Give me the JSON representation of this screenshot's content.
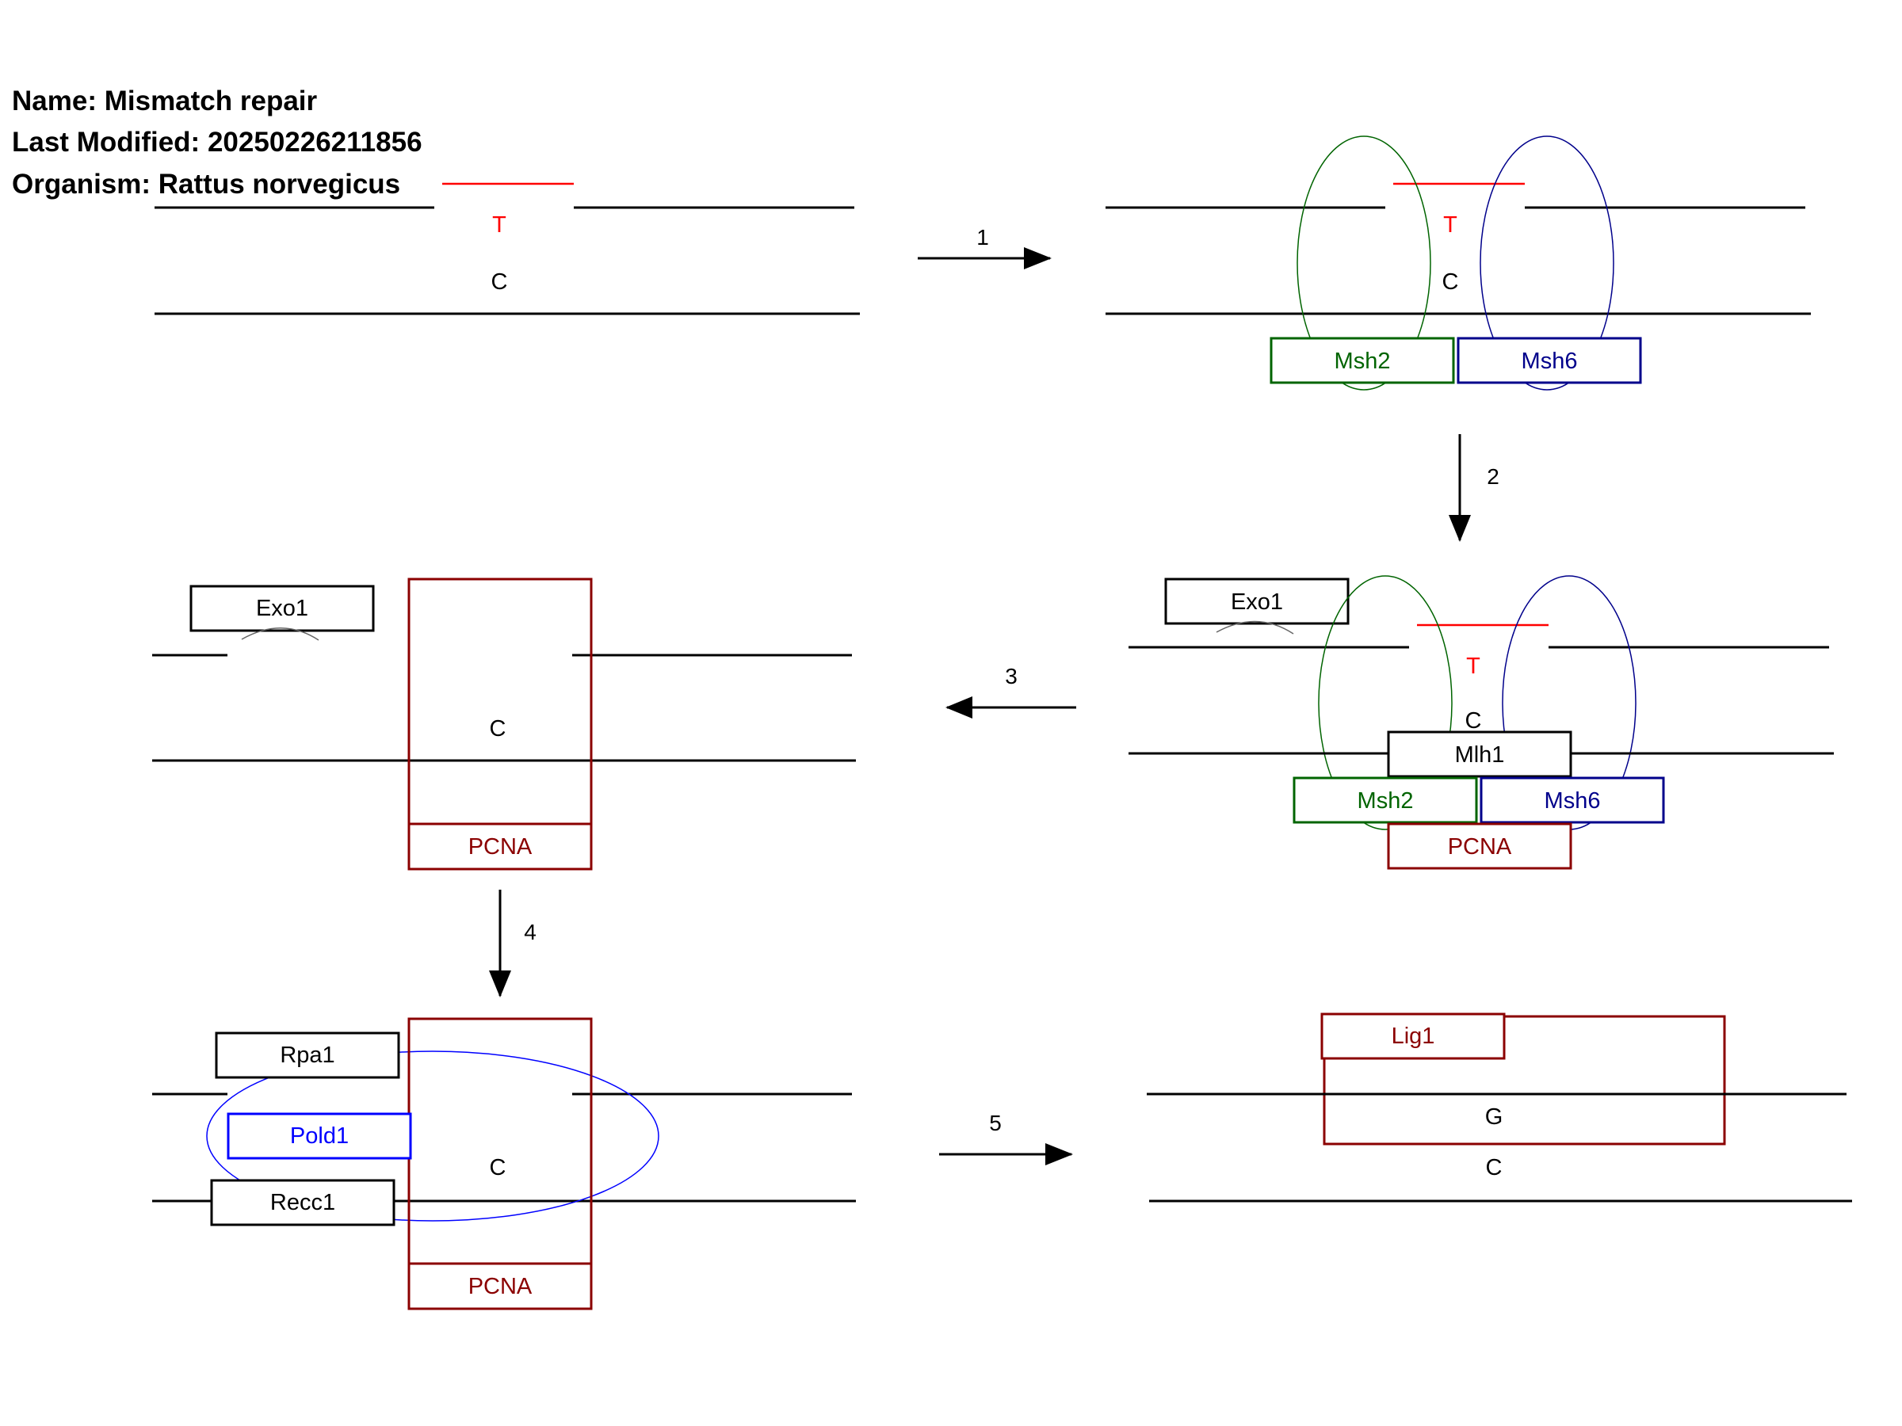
{
  "header": {
    "name_label": "Name:",
    "name_value": "Mismatch repair",
    "modified_label": "Last Modified:",
    "modified_value": "20250226211856",
    "organism_label": "Organism:",
    "organism_value": "Rattus norvegicus"
  },
  "colors": {
    "strand": "#000000",
    "mismatch": "#ff0000",
    "msh2": "#006400",
    "msh6": "#00008b",
    "pcna": "#8b0000",
    "lig1": "#8b0000",
    "pold1": "#0000ff",
    "neutral": "#000000"
  },
  "steps": {
    "s1": "1",
    "s2": "2",
    "s3": "3",
    "s4": "4",
    "s5": "5"
  },
  "panels": {
    "p1": {
      "mismatch_base": "T",
      "template_base": "C"
    },
    "p2": {
      "mismatch_base": "T",
      "template_base": "C",
      "msh2": "Msh2",
      "msh6": "Msh6"
    },
    "p3": {
      "exo1": "Exo1",
      "mismatch_base": "T",
      "template_base": "C",
      "mlh1": "Mlh1",
      "msh2": "Msh2",
      "msh6": "Msh6",
      "pcna": "PCNA"
    },
    "p4": {
      "exo1": "Exo1",
      "template_base": "C",
      "pcna": "PCNA"
    },
    "p5": {
      "rpa1": "Rpa1",
      "pold1": "Pold1",
      "recc1": "Recc1",
      "template_base": "C",
      "pcna": "PCNA"
    },
    "p6": {
      "lig1": "Lig1",
      "new_base": "G",
      "template_base": "C"
    }
  }
}
